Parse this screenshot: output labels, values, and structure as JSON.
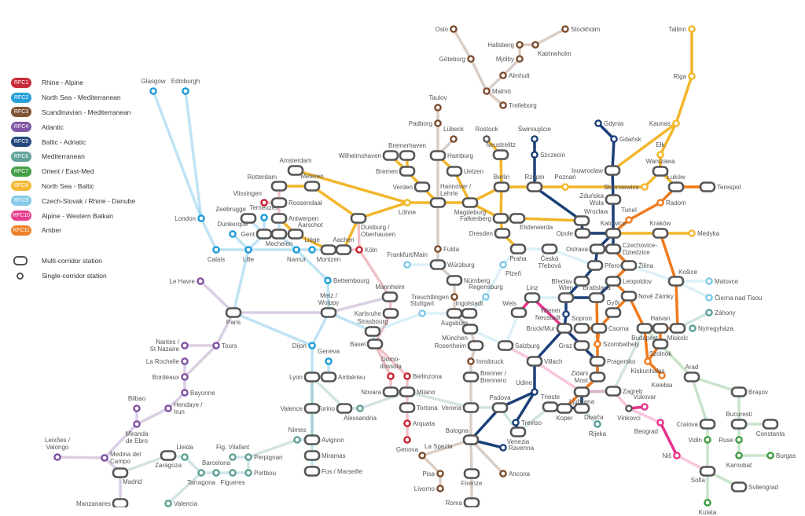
{
  "legend": {
    "corridors": [
      {
        "code": "RFC1",
        "name": "Rhine - Alpine",
        "color": "#c8202f"
      },
      {
        "code": "RFC2",
        "name": "North Sea - Mediterranean",
        "color": "#1a9ad6"
      },
      {
        "code": "RFC3",
        "name": "Scandinavian - Mediterranean",
        "color": "#7a4a2a"
      },
      {
        "code": "RFC4",
        "name": "Atlantic",
        "color": "#7b4fa0"
      },
      {
        "code": "RFC5",
        "name": "Baltic - Adriatic",
        "color": "#1b3f78"
      },
      {
        "code": "RFC6",
        "name": "Mediterranean",
        "color": "#5a9e96"
      },
      {
        "code": "RFC7",
        "name": "Orient / East-Med",
        "color": "#3d9a3f"
      },
      {
        "code": "RFC8",
        "name": "North Sea - Baltic",
        "color": "#f3b62a"
      },
      {
        "code": "RFC9",
        "name": "Czech-Slovak / Rhine - Danube",
        "color": "#7fc8e8"
      },
      {
        "code": "RFC10",
        "name": "Alpine - Western Balkan",
        "color": "#e6338a"
      },
      {
        "code": "RFC11",
        "name": "Amber",
        "color": "#f07a1c"
      }
    ],
    "multi_label": "Multi-corridor station",
    "single_label": "Single-corridor station"
  },
  "stations": [
    {
      "name": "Oslo",
      "rfc": 3
    },
    {
      "name": "Göteborg",
      "rfc": 3
    },
    {
      "name": "Hallsberg",
      "rfc": 3
    },
    {
      "name": "Katrineholm",
      "rfc": 3
    },
    {
      "name": "Stockholm",
      "rfc": 3
    },
    {
      "name": "Mjölby",
      "rfc": 3
    },
    {
      "name": "Almhult",
      "rfc": 3
    },
    {
      "name": "Malmö",
      "rfc": 3
    },
    {
      "name": "Trelleborg",
      "rfc": 3
    },
    {
      "name": "Taulov",
      "rfc": 3
    },
    {
      "name": "Padborg",
      "rfc": 3
    },
    {
      "name": "Lübeck",
      "rfc": 3
    },
    {
      "name": "Rostock",
      "rfc": 0
    },
    {
      "name": "Neustrelitz",
      "rfc": 0
    },
    {
      "name": "Świnoujście",
      "rfc": 5
    },
    {
      "name": "Szczecin",
      "rfc": 5
    },
    {
      "name": "Gdynia",
      "rfc": 5
    },
    {
      "name": "Gdańsk",
      "rfc": 5
    },
    {
      "name": "Tallinn",
      "rfc": 8
    },
    {
      "name": "Riga",
      "rfc": 8
    },
    {
      "name": "Kaunas",
      "rfc": 8
    },
    {
      "name": "Ełk",
      "rfc": 8
    },
    {
      "name": "Inowrocław",
      "rfc": 0
    },
    {
      "name": "Warszawa",
      "rfc": 0
    },
    {
      "name": "Łuków",
      "rfc": 0
    },
    {
      "name": "Terespol",
      "rfc": 0
    },
    {
      "name": "Skierniewice",
      "rfc": 8
    },
    {
      "name": "Poznań",
      "rfc": 8
    },
    {
      "name": "Rzepin",
      "rfc": 0
    },
    {
      "name": "Berlin",
      "rfc": 0
    },
    {
      "name": "Zduńska\nWola",
      "rfc": 0
    },
    {
      "name": "Tunel",
      "rfc": 11
    },
    {
      "name": "Radom",
      "rfc": 11
    },
    {
      "name": "Katowice",
      "rfc": 0
    },
    {
      "name": "Kraków",
      "rfc": 0
    },
    {
      "name": "Medyka",
      "rfc": 8
    },
    {
      "name": "Wrocław",
      "rfc": 0
    },
    {
      "name": "Opole",
      "rfc": 0
    },
    {
      "name": "Czechovice-\nDziedzice",
      "rfc": 0
    },
    {
      "name": "Ostrava",
      "rfc": 0
    },
    {
      "name": "Žilina",
      "rfc": 0
    },
    {
      "name": "Přerov",
      "rfc": 0
    },
    {
      "name": "Leopoldov",
      "rfc": 0
    },
    {
      "name": "Břeclav",
      "rfc": 0
    },
    {
      "name": "Košice",
      "rfc": 0
    },
    {
      "name": "Matovce",
      "rfc": 9
    },
    {
      "name": "Čierna nad Tisou",
      "rfc": 9
    },
    {
      "name": "Nové Zámky",
      "rfc": 0
    },
    {
      "name": "Wien",
      "rfc": 0
    },
    {
      "name": "Bratislava",
      "rfc": 0
    },
    {
      "name": "Linz",
      "rfc": 0
    },
    {
      "name": "Wels",
      "rfc": 0
    },
    {
      "name": "Záhony",
      "rfc": 6
    },
    {
      "name": "Győr",
      "rfc": 0
    },
    {
      "name": "Wiener\nNeustadt",
      "rfc": 5
    },
    {
      "name": "Sopron",
      "rfc": 0
    },
    {
      "name": "Csorna",
      "rfc": 0
    },
    {
      "name": "Budapest",
      "rfc": 0
    },
    {
      "name": "Hatvan",
      "rfc": 0
    },
    {
      "name": "Miskolc",
      "rfc": 0
    },
    {
      "name": "Nyíregyháza",
      "rfc": 6
    },
    {
      "name": "Bruck/Mur",
      "rfc": 0
    },
    {
      "name": "Szombathely",
      "rfc": 11
    },
    {
      "name": "Graz",
      "rfc": 0
    },
    {
      "name": "Szolnok",
      "rfc": 0
    },
    {
      "name": "Salzburg",
      "rfc": 0
    },
    {
      "name": "Rosenheim",
      "rfc": 0
    },
    {
      "name": "Pragersko",
      "rfc": 0
    },
    {
      "name": "Kiskunhalas",
      "rfc": 11
    },
    {
      "name": "Villach",
      "rfc": 0
    },
    {
      "name": "Innsbruck",
      "rfc": 3
    },
    {
      "name": "Kelebia",
      "rfc": 11
    },
    {
      "name": "Zidani\nMost",
      "rfc": 0
    },
    {
      "name": "Arad",
      "rfc": 0
    },
    {
      "name": "Brenner /\nBrennero",
      "rfc": 0
    },
    {
      "name": "Braşov",
      "rfc": 0
    },
    {
      "name": "Zagreb",
      "rfc": 0
    },
    {
      "name": "Ljubljana",
      "rfc": 0
    },
    {
      "name": "Udine",
      "rfc": 5
    },
    {
      "name": "Trieste",
      "rfc": 0
    },
    {
      "name": "Koper",
      "rfc": 0
    },
    {
      "name": "Divača",
      "rfc": 0
    },
    {
      "name": "Vukovar",
      "rfc": 10
    },
    {
      "name": "Vinkovci",
      "rfc": 0
    },
    {
      "name": "Rijeka",
      "rfc": 6
    },
    {
      "name": "Beograd",
      "rfc": 10
    },
    {
      "name": "Bucuresti",
      "rfc": 0
    },
    {
      "name": "Constanta",
      "rfc": 0
    },
    {
      "name": "Craiova",
      "rfc": 0
    },
    {
      "name": "Ruse",
      "rfc": 7
    },
    {
      "name": "Vidin",
      "rfc": 7
    },
    {
      "name": "Kulata",
      "rfc": 7
    },
    {
      "name": "Sofia",
      "rfc": 0
    },
    {
      "name": "Karnobat",
      "rfc": 7
    },
    {
      "name": "Burgas",
      "rfc": 7
    },
    {
      "name": "Niš",
      "rfc": 10
    },
    {
      "name": "Svilengrad",
      "rfc": 0
    },
    {
      "name": "Verona",
      "rfc": 0
    },
    {
      "name": "Padova",
      "rfc": 0
    },
    {
      "name": "Treviso",
      "rfc": 5
    },
    {
      "name": "Venezia",
      "rfc": 0
    },
    {
      "name": "Bologna",
      "rfc": 0
    },
    {
      "name": "Ravenna",
      "rfc": 5
    },
    {
      "name": "La Spezia",
      "rfc": 3
    },
    {
      "name": "Pisa",
      "rfc": 3
    },
    {
      "name": "Firenze",
      "rfc": 0
    },
    {
      "name": "Ancona",
      "rfc": 3
    },
    {
      "name": "Livorno",
      "rfc": 3
    },
    {
      "name": "Roma",
      "rfc": 0
    },
    {
      "name": "Milano",
      "rfc": 0
    },
    {
      "name": "Novara",
      "rfc": 0
    },
    {
      "name": "Tortona",
      "rfc": 0
    },
    {
      "name": "Alessandria",
      "rfc": 6
    },
    {
      "name": "Arquata",
      "rfc": 1
    },
    {
      "name": "Genova",
      "rfc": 1
    },
    {
      "name": "Domo-\ndossola",
      "rfc": 1
    },
    {
      "name": "Bellinzona",
      "rfc": 1
    },
    {
      "name": "Basel",
      "rfc": 0
    },
    {
      "name": "Geneva",
      "rfc": 2
    },
    {
      "name": "Lyon",
      "rfc": 0
    },
    {
      "name": "Ambérieu",
      "rfc": 0
    },
    {
      "name": "Valence",
      "rfc": 0
    },
    {
      "name": "Torino",
      "rfc": 0
    },
    {
      "name": "Nimes",
      "rfc": 6
    },
    {
      "name": "Avignon",
      "rfc": 0
    },
    {
      "name": "Miramas",
      "rfc": 0
    },
    {
      "name": "Fos / Marseille",
      "rfc": 0
    },
    {
      "name": "Dijon",
      "rfc": 2
    },
    {
      "name": "Strasbourg",
      "rfc": 0
    },
    {
      "name": "Karlsruhe",
      "rfc": 0
    },
    {
      "name": "Mannheim",
      "rfc": 0
    },
    {
      "name": "Metz /\nWoippy",
      "rfc": 0
    },
    {
      "name": "Stuttgart",
      "rfc": 9
    },
    {
      "name": "Augsburg",
      "rfc": 0
    },
    {
      "name": "Ingolstadt",
      "rfc": 0
    },
    {
      "name": "Treuchtlingen",
      "rfc": 3
    },
    {
      "name": "Regensburg",
      "rfc": 9
    },
    {
      "name": "Nürnberg",
      "rfc": 0
    },
    {
      "name": "Würzburg",
      "rfc": 0
    },
    {
      "name": "Frankfurt/Main",
      "rfc": 9
    },
    {
      "name": "Fulda",
      "rfc": 3
    },
    {
      "name": "München",
      "rfc": 0
    },
    {
      "name": "Plzeň",
      "rfc": 9
    },
    {
      "name": "Praha",
      "rfc": 0
    },
    {
      "name": "Česká\nTřebová",
      "rfc": 0
    },
    {
      "name": "Dresden",
      "rfc": 0
    },
    {
      "name": "Falkenberg",
      "rfc": 0
    },
    {
      "name": "Elsterwerda",
      "rfc": 0
    },
    {
      "name": "Magdeburg",
      "rfc": 0
    },
    {
      "name": "Hannover /\nLehrte",
      "rfc": 0
    },
    {
      "name": "Löhne",
      "rfc": 8
    },
    {
      "name": "Verden",
      "rfc": 0
    },
    {
      "name": "Bremen",
      "rfc": 0
    },
    {
      "name": "Bremerhaven",
      "rfc": 0
    },
    {
      "name": "Wilhelmshaven",
      "rfc": 0
    },
    {
      "name": "Hamburg",
      "rfc": 0
    },
    {
      "name": "Uelzen",
      "rfc": 0
    },
    {
      "name": "Amsterdam",
      "rfc": 0
    },
    {
      "name": "Rotterdam",
      "rfc": 0
    },
    {
      "name": "Meteren",
      "rfc": 0
    },
    {
      "name": "Vlissingen",
      "rfc": 1
    },
    {
      "name": "Roosendaal",
      "rfc": 0
    },
    {
      "name": "Zeebrugge",
      "rfc": 0
    },
    {
      "name": "Terneuzen",
      "rfc": 2
    },
    {
      "name": "Antwerpen",
      "rfc": 0
    },
    {
      "name": "Gent",
      "rfc": 0
    },
    {
      "name": "Mechelen",
      "rfc": 0
    },
    {
      "name": "Aarschot",
      "rfc": 0
    },
    {
      "name": "Namur",
      "rfc": 2
    },
    {
      "name": "Liège",
      "rfc": 2
    },
    {
      "name": "Montzen",
      "rfc": 0
    },
    {
      "name": "Aachen",
      "rfc": 0
    },
    {
      "name": "Köln",
      "rfc": 1
    },
    {
      "name": "Duisburg /\nOberhausen",
      "rfc": 0
    },
    {
      "name": "London",
      "rfc": 2
    },
    {
      "name": "Dunkerque",
      "rfc": 2
    },
    {
      "name": "Calais",
      "rfc": 2
    },
    {
      "name": "Lille",
      "rfc": 2
    },
    {
      "name": "Bettembourg",
      "rfc": 2
    },
    {
      "name": "Paris",
      "rfc": 0
    },
    {
      "name": "Le Havre",
      "rfc": 4
    },
    {
      "name": "Glasgow",
      "rfc": 2
    },
    {
      "name": "Edinburgh",
      "rfc": 2
    },
    {
      "name": "Tours",
      "rfc": 4
    },
    {
      "name": "Nantes /\nSt Nazaire",
      "rfc": 4
    },
    {
      "name": "La Rochelle",
      "rfc": 4
    },
    {
      "name": "Bordeaux",
      "rfc": 4
    },
    {
      "name": "Bayonne",
      "rfc": 4
    },
    {
      "name": "Hendaye /\nIrun",
      "rfc": 4
    },
    {
      "name": "Bilbao",
      "rfc": 4
    },
    {
      "name": "Miranda\nde Ebro",
      "rfc": 4
    },
    {
      "name": "Medina del\nCampo",
      "rfc": 4
    },
    {
      "name": "Leixões /\nValongo",
      "rfc": 4
    },
    {
      "name": "Zaragoza",
      "rfc": 0
    },
    {
      "name": "Lleida",
      "rfc": 6
    },
    {
      "name": "Madrid",
      "rfc": 0
    },
    {
      "name": "Tarragona",
      "rfc": 6
    },
    {
      "name": "Barcelona",
      "rfc": 6
    },
    {
      "name": "Figueres",
      "rfc": 6
    },
    {
      "name": "Portbou",
      "rfc": 6
    },
    {
      "name": "Fig. Vilafant",
      "rfc": 6
    },
    {
      "name": "Perpignan",
      "rfc": 6
    },
    {
      "name": "Manzanares",
      "rfc": 0
    },
    {
      "name": "Valencia",
      "rfc": 6
    }
  ]
}
